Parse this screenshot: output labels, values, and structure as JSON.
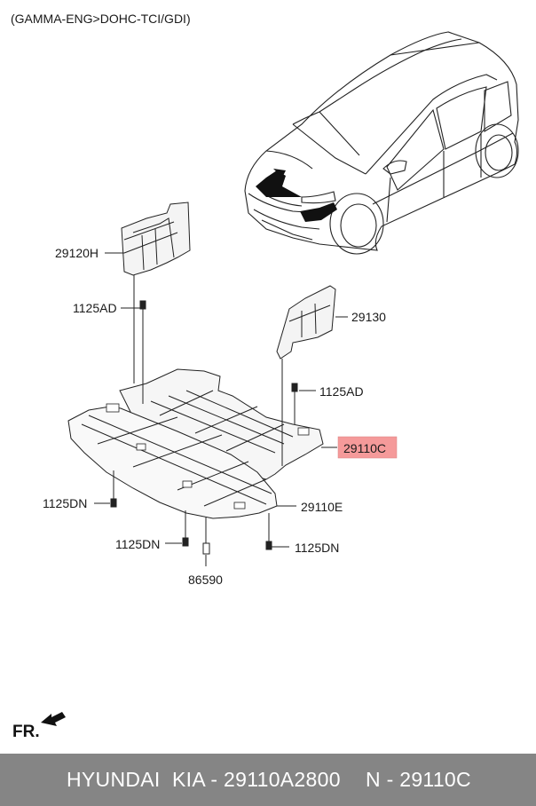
{
  "header": {
    "title": "(GAMMA-ENG>DOHC-TCI/GDI)"
  },
  "parts": {
    "p29120H": "29120H",
    "p1125AD_left": "1125AD",
    "p29130": "29130",
    "p1125AD_right": "1125AD",
    "p29110C": "29110C",
    "p1125DN_left": "1125DN",
    "p29110E": "29110E",
    "p1125DN_mid": "1125DN",
    "p1125DN_right": "1125DN",
    "p86590": "86590"
  },
  "highlight": {
    "part": "29110C",
    "color": "#f59a9a"
  },
  "orientation": {
    "label": "FR."
  },
  "footer": {
    "left_text": "HYUNDAI  KIA - 29110A2800",
    "right_text": "N - 29110C",
    "bg_color": "#858585"
  }
}
